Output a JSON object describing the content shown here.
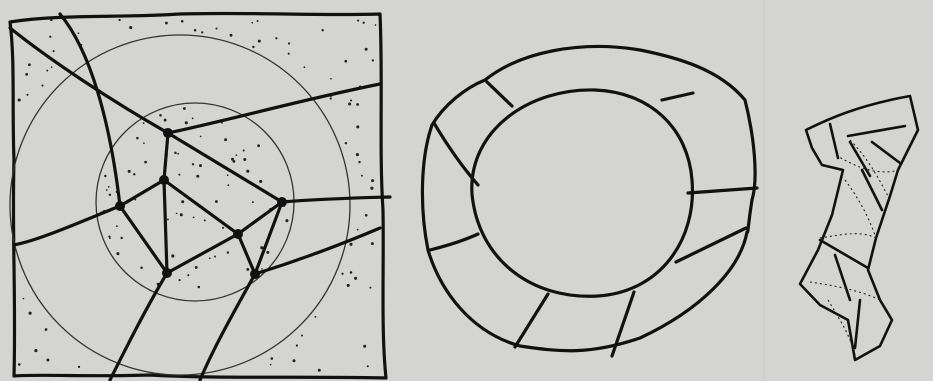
{
  "figure": {
    "panels": [
      {
        "id": "square-tiling",
        "shape": "square with concentric circles",
        "vertex_count": 7
      },
      {
        "id": "ring-segmentation",
        "shape": "annulus divided into segments",
        "segment_count": 8
      },
      {
        "id": "twisted-strip",
        "shape": "twisted folded band"
      }
    ],
    "colors": {
      "background": "#d4d4d2",
      "ink": "#111111",
      "stipple": "#222222"
    }
  }
}
